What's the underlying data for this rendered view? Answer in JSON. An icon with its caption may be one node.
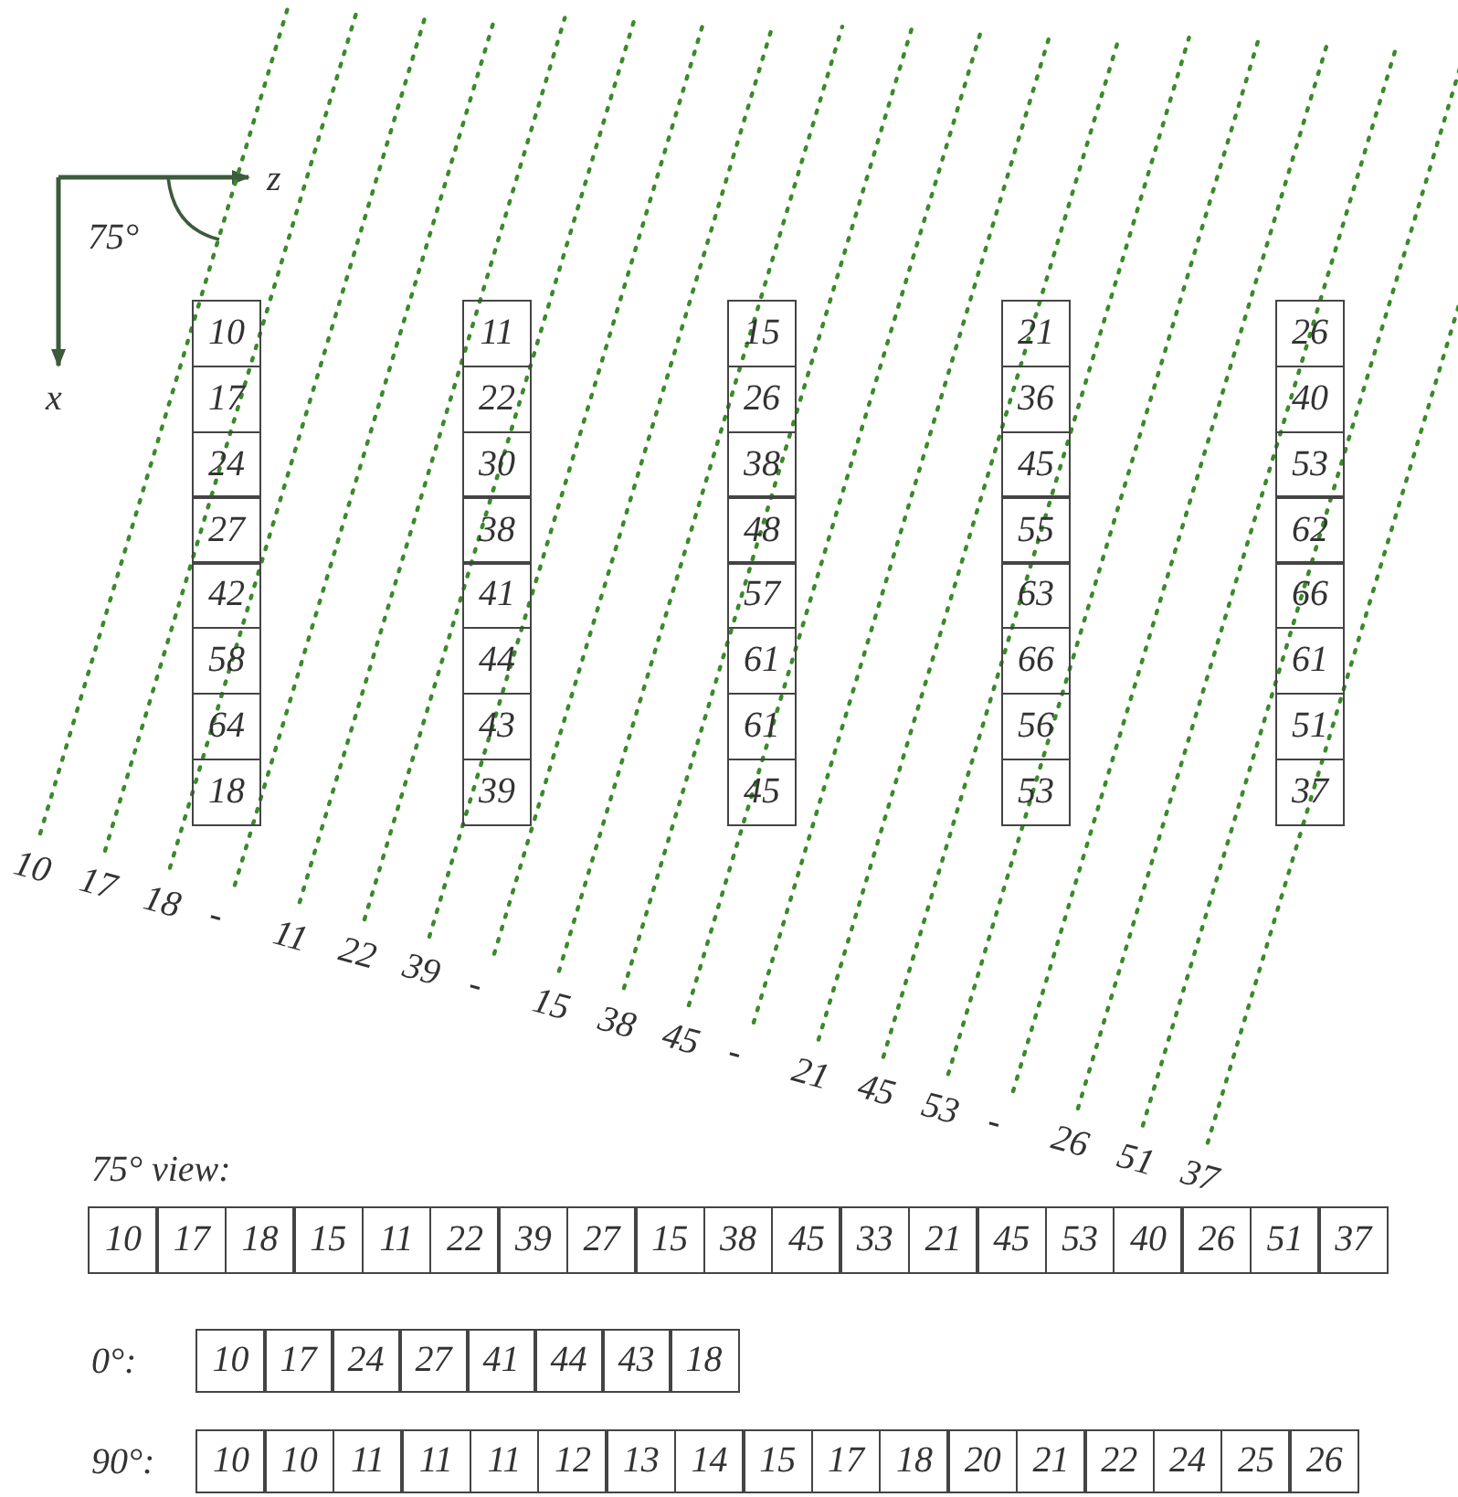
{
  "diagram": {
    "nodes": [
      {
        "text": [
          "10"
        ]
      },
      {
        "text": [
          "17"
        ]
      },
      {
        "text": [
          "24"
        ]
      },
      {
        "text": [
          "27"
        ]
      },
      {
        "text": [
          "42"
        ]
      },
      {
        "text": [
          "58"
        ]
      },
      {
        "text": [
          "64"
        ]
      },
      {
        "text": [
          "18"
        ]
      },
      {
        "text": [
          "11"
        ]
      },
      {
        "text": [
          "22"
        ]
      },
      {
        "text": [
          "30"
        ]
      },
      {
        "text": [
          "38"
        ]
      },
      {
        "text": [
          "41"
        ]
      },
      {
        "text": [
          "44"
        ]
      },
      {
        "text": [
          "43"
        ]
      },
      {
        "text": [
          "39"
        ]
      },
      {
        "text": [
          "15"
        ]
      },
      {
        "text": [
          "26"
        ]
      },
      {
        "text": [
          "38"
        ]
      },
      {
        "text": [
          "48"
        ]
      },
      {
        "text": [
          "57"
        ]
      },
      {
        "text": [
          "61"
        ]
      },
      {
        "text": [
          "61"
        ]
      },
      {
        "text": [
          "45"
        ]
      },
      {
        "text": [
          "21"
        ]
      },
      {
        "text": [
          "36"
        ]
      },
      {
        "text": [
          "45"
        ]
      },
      {
        "text": [
          "55"
        ]
      },
      {
        "text": [
          "63"
        ]
      },
      {
        "text": [
          "66"
        ]
      },
      {
        "text": [
          "56"
        ]
      },
      {
        "text": [
          "53"
        ]
      },
      {
        "text": [
          "26"
        ]
      },
      {
        "text": [
          "40"
        ]
      },
      {
        "text": [
          "53"
        ]
      },
      {
        "text": [
          "62"
        ]
      },
      {
        "text": [
          "66"
        ]
      },
      {
        "text": [
          "61"
        ]
      },
      {
        "text": [
          "51"
        ]
      },
      {
        "text": [
          "37"
        ]
      },
      {
        "text": [
          "10"
        ]
      },
      {
        "text": [
          "17"
        ]
      },
      {
        "text": [
          "18"
        ]
      },
      {
        "text": [
          "15"
        ]
      },
      {
        "text": [
          "11"
        ]
      },
      {
        "text": [
          "22"
        ]
      },
      {
        "text": [
          "39"
        ]
      },
      {
        "text": [
          "27"
        ]
      },
      {
        "text": [
          "15"
        ]
      },
      {
        "text": [
          "38"
        ]
      },
      {
        "text": [
          "45"
        ]
      },
      {
        "text": [
          "33"
        ]
      },
      {
        "text": [
          "21"
        ]
      },
      {
        "text": [
          "45"
        ]
      },
      {
        "text": [
          "53"
        ]
      },
      {
        "text": [
          "40"
        ]
      },
      {
        "text": [
          "26"
        ]
      },
      {
        "text": [
          "51"
        ]
      },
      {
        "text": [
          "37"
        ]
      },
      {
        "text": [
          "10"
        ]
      },
      {
        "text": [
          "17"
        ]
      },
      {
        "text": [
          "24"
        ]
      },
      {
        "text": [
          "27"
        ]
      },
      {
        "text": [
          "41"
        ]
      },
      {
        "text": [
          "44"
        ]
      },
      {
        "text": [
          "43"
        ]
      },
      {
        "text": [
          "18"
        ]
      },
      {
        "text": [
          "10"
        ]
      },
      {
        "text": [
          "10"
        ]
      },
      {
        "text": [
          "11"
        ]
      },
      {
        "text": [
          "11"
        ]
      },
      {
        "text": [
          "11"
        ]
      },
      {
        "text": [
          "12"
        ]
      },
      {
        "text": [
          "13"
        ]
      },
      {
        "text": [
          "14"
        ]
      },
      {
        "text": [
          "15"
        ]
      },
      {
        "text": [
          "17"
        ]
      },
      {
        "text": [
          "18"
        ]
      },
      {
        "text": [
          "20"
        ]
      },
      {
        "text": [
          "21"
        ]
      },
      {
        "text": [
          "22"
        ]
      },
      {
        "text": [
          "24"
        ]
      },
      {
        "text": [
          "25"
        ]
      },
      {
        "text": [
          "26"
        ]
      }
    ],
    "labels": [
      "z",
      "75°",
      "x",
      "10",
      "17",
      "18",
      "-",
      "11",
      "22",
      "39",
      "-",
      "15",
      "38",
      "45",
      "-",
      "21",
      "45",
      "53",
      "-",
      "26",
      "51",
      "37",
      "75° view:",
      "0°:",
      "90°:"
    ]
  }
}
